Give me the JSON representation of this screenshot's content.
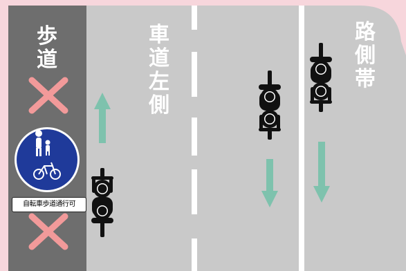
{
  "labels": {
    "sidewalk": "歩道",
    "road_left": "車道左側",
    "shoulder": "路側帯"
  },
  "sign": {
    "caption": "自転車歩道通行可",
    "icon": "pedestrians-and-bicycle-sign"
  },
  "colors": {
    "border": "#f7d6dc",
    "sidewalk": "#6e6e6e",
    "road": "#c9c9c9",
    "lane_line": "#ffffff",
    "arrow": "#7ec2ad",
    "cross": "#f29a9a",
    "sign_blue": "#1f3a9a",
    "bicycle": "#111111"
  }
}
